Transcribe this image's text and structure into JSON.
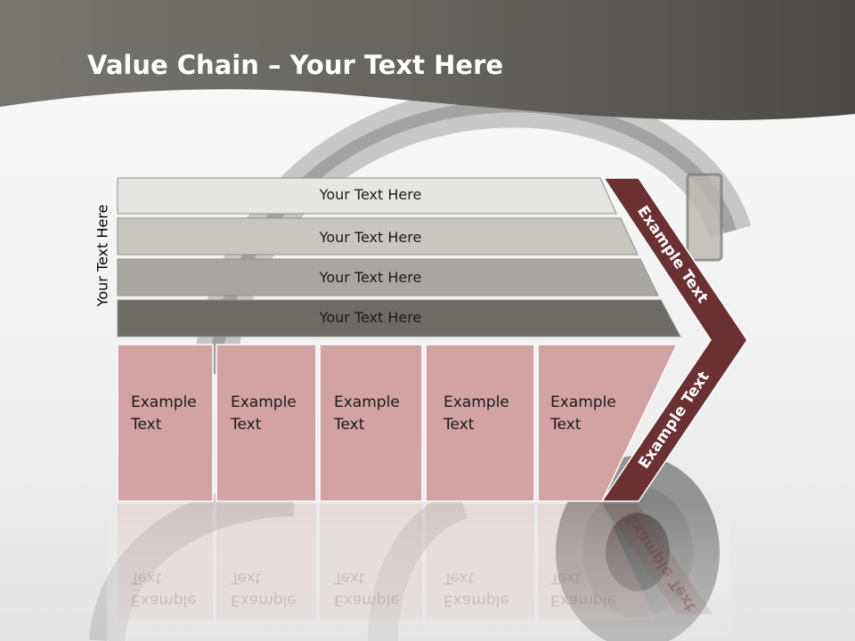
{
  "slide": {
    "title_bold": "Value Chain",
    "title_rest": " – Your Text Here",
    "vertical_label": "Your Text Here"
  },
  "bands": [
    {
      "label": "Your Text Here",
      "color": "#e6e6e4"
    },
    {
      "label": "Your Text Here",
      "color": "#c7c6c1"
    },
    {
      "label": "Your Text Here",
      "color": "#a8a6a0"
    },
    {
      "label": "Your Text Here",
      "color": "#6d6b66"
    }
  ],
  "boxes": [
    {
      "line1": "Example",
      "line2": "Text"
    },
    {
      "line1": "Example",
      "line2": "Text"
    },
    {
      "line1": "Example",
      "line2": "Text"
    },
    {
      "line1": "Example",
      "line2": "Text"
    },
    {
      "line1": "Example",
      "line2": "Text"
    }
  ],
  "chevron": {
    "upper_label": "Example Text",
    "lower_label": "Example Text",
    "color": "#6b3031"
  },
  "colors": {
    "header": "#5e5c57",
    "box_fill": "#d3a2a2",
    "box_border": "#ffffff"
  }
}
